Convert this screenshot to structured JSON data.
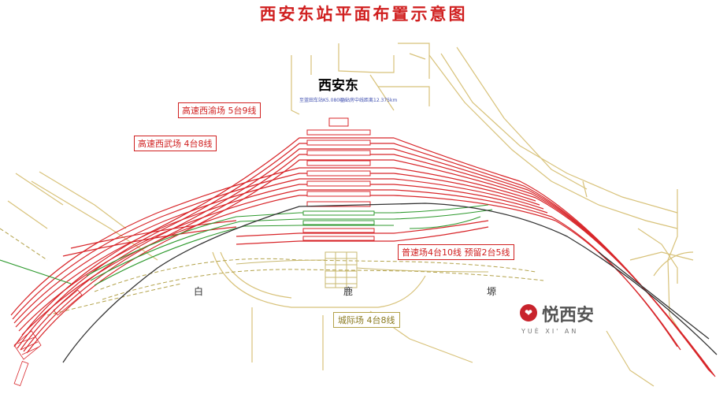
{
  "diagram": {
    "title": "西安东站平面布置示意图",
    "station_name": "西安东",
    "mileage_left": "至蓝田车站K5.080km",
    "mileage_right": "至站房中线距离12.375km",
    "labels": {
      "gaosu_xiyu": "高速西渝场 5台9线",
      "gaosu_xiwu": "高速西武场 4台8线",
      "pusu": "普速场4台10线 预留2台5线",
      "chengji": "城际场 4台8线"
    },
    "area_chars": [
      "白",
      "鹿",
      "塬"
    ],
    "colors": {
      "title": "#d02020",
      "track_red": "#d8262a",
      "track_green": "#2f9a2f",
      "road_yellow": "#d8c27a",
      "track_dark": "#333333"
    }
  },
  "watermark": {
    "brand": "悦西安",
    "pinyin": "YUÈ XI' AN",
    "icon": "heart-pin-icon"
  }
}
